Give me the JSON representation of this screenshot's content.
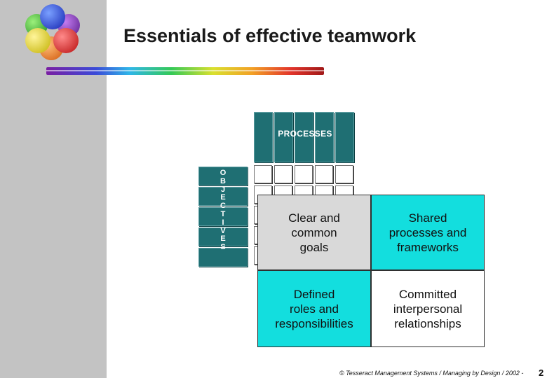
{
  "slide": {
    "title": "Essentials of effective teamwork",
    "processes_label": "PROCESSES",
    "objectives_label": "O\nB\nJ\nE\nC\nT\nI\nV\nE\nS",
    "quadrants": [
      "Clear and\ncommon\ngoals",
      "Shared\nprocesses and\nframeworks",
      "Defined\nroles and\nresponsibilities",
      "Committed\ninterpersonal\nrelationships"
    ],
    "footer": "© Tesseract Management Systems / Managing by Design / 2002  -",
    "page_number": "2"
  },
  "colors": {
    "band": "#c3c3c3",
    "teal_dark": "#1f6f73",
    "cyan": "#13dede",
    "gray_cell": "#d9d9d9"
  },
  "logo": {
    "balls": [
      "blue",
      "purple",
      "green",
      "yellow",
      "orange",
      "red"
    ]
  }
}
